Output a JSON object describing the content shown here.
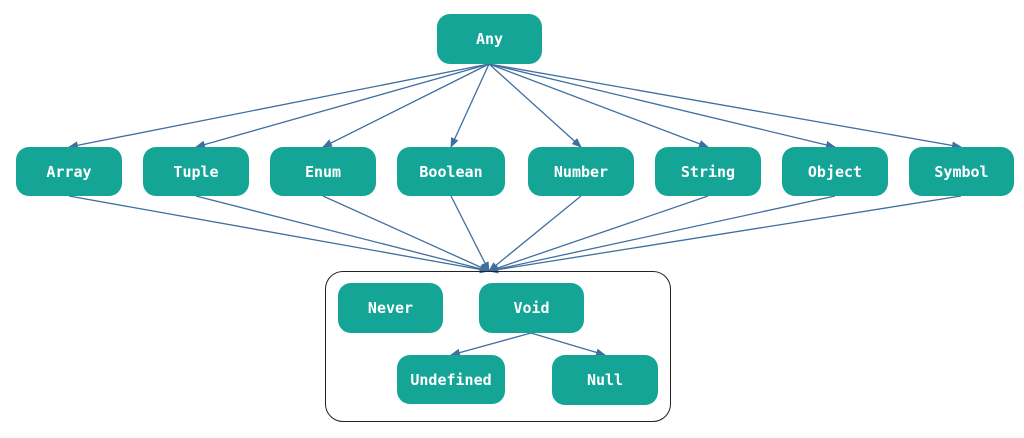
{
  "diagram": {
    "colors": {
      "node_fill": "#14a597",
      "node_text": "#ffffff",
      "edge": "#3f6fa0",
      "group_border": "#222222"
    },
    "nodes": {
      "any": "Any",
      "array": "Array",
      "tuple": "Tuple",
      "enum": "Enum",
      "boolean": "Boolean",
      "number": "Number",
      "string": "String",
      "object": "Object",
      "symbol": "Symbol",
      "never": "Never",
      "void": "Void",
      "undefined": "Undefined",
      "null": "Null"
    },
    "edges": [
      [
        "any",
        "array"
      ],
      [
        "any",
        "tuple"
      ],
      [
        "any",
        "enum"
      ],
      [
        "any",
        "boolean"
      ],
      [
        "any",
        "number"
      ],
      [
        "any",
        "string"
      ],
      [
        "any",
        "object"
      ],
      [
        "any",
        "symbol"
      ],
      [
        "array",
        "bottom-group"
      ],
      [
        "tuple",
        "bottom-group"
      ],
      [
        "enum",
        "bottom-group"
      ],
      [
        "boolean",
        "bottom-group"
      ],
      [
        "number",
        "bottom-group"
      ],
      [
        "string",
        "bottom-group"
      ],
      [
        "object",
        "bottom-group"
      ],
      [
        "symbol",
        "bottom-group"
      ],
      [
        "void",
        "undefined"
      ],
      [
        "void",
        "null"
      ]
    ]
  }
}
